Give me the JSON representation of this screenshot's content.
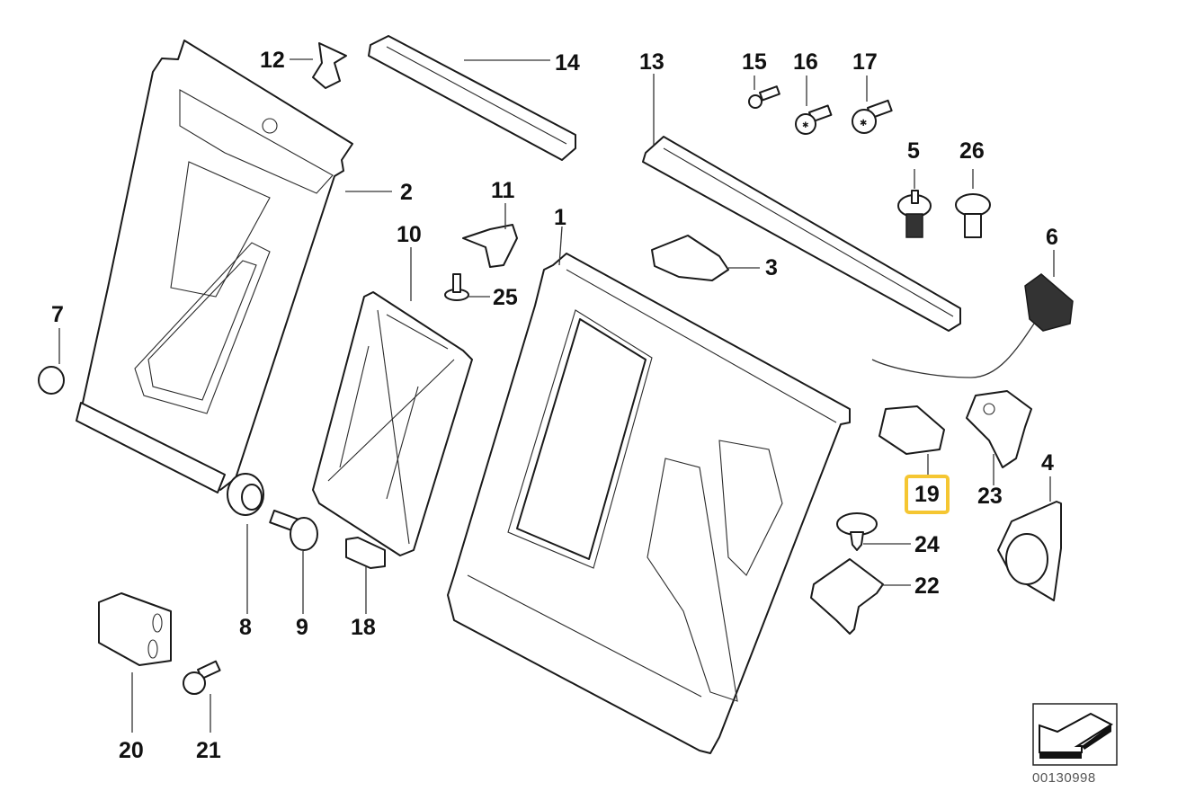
{
  "diagram": {
    "title": "Exploded parts diagram - rear seat backrest frame",
    "catalog_number": "00130998",
    "highlight_color": "#f5c632",
    "highlighted_callout": "19",
    "orientation_icon": "arrow-pointing-front-left-icon",
    "callouts": [
      {
        "id": "c1",
        "label": "1",
        "part": "backrest-frame-large"
      },
      {
        "id": "c2",
        "label": "2",
        "part": "backrest-frame-small"
      },
      {
        "id": "c3",
        "label": "3",
        "part": "backrest-lock"
      },
      {
        "id": "c4",
        "label": "4",
        "part": "trim-cover-round"
      },
      {
        "id": "c5",
        "label": "5",
        "part": "expanding-rivet"
      },
      {
        "id": "c6",
        "label": "6",
        "part": "switch-with-cable"
      },
      {
        "id": "c7",
        "label": "7",
        "part": "clip-cap"
      },
      {
        "id": "c8",
        "label": "8",
        "part": "bushing"
      },
      {
        "id": "c9",
        "label": "9",
        "part": "shoulder-bolt"
      },
      {
        "id": "c10",
        "label": "10",
        "part": "frame-insert"
      },
      {
        "id": "c11",
        "label": "11",
        "part": "bracket-latch"
      },
      {
        "id": "c12",
        "label": "12",
        "part": "clip"
      },
      {
        "id": "c13",
        "label": "13",
        "part": "rail-right"
      },
      {
        "id": "c14",
        "label": "14",
        "part": "rail-left"
      },
      {
        "id": "c15",
        "label": "15",
        "part": "screw-small"
      },
      {
        "id": "c16",
        "label": "16",
        "part": "torx-screw"
      },
      {
        "id": "c17",
        "label": "17",
        "part": "torx-screw-large"
      },
      {
        "id": "c18",
        "label": "18",
        "part": "clamp"
      },
      {
        "id": "c19",
        "label": "19",
        "part": "cover-cap"
      },
      {
        "id": "c20",
        "label": "20",
        "part": "hinge-bracket"
      },
      {
        "id": "c21",
        "label": "21",
        "part": "hex-bolt"
      },
      {
        "id": "c22",
        "label": "22",
        "part": "cover"
      },
      {
        "id": "c23",
        "label": "23",
        "part": "lock-bracket"
      },
      {
        "id": "c24",
        "label": "24",
        "part": "push-rivet"
      },
      {
        "id": "c25",
        "label": "25",
        "part": "screw-with-washer"
      },
      {
        "id": "c26",
        "label": "26",
        "part": "plastic-plug"
      }
    ]
  }
}
